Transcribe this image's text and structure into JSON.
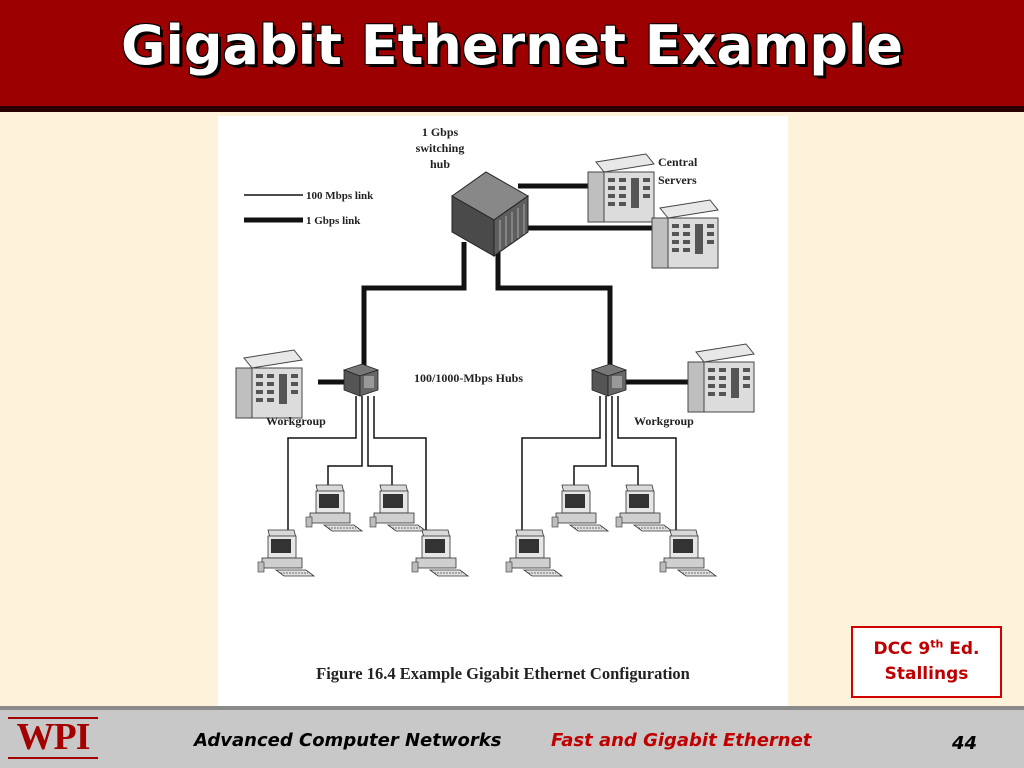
{
  "slide": {
    "title": "Gigabit Ethernet Example"
  },
  "figure": {
    "hub_label": [
      "1 Gbps",
      "switching",
      "hub"
    ],
    "servers_label": [
      "Central",
      "Servers"
    ],
    "legend": {
      "thin": "100 Mbps link",
      "thick": "1 Gbps link"
    },
    "hubs_label": "100/1000-Mbps Hubs",
    "workgroup_left": "Workgroup",
    "workgroup_right": "Workgroup",
    "caption": "Figure 16.4  Example Gigabit Ethernet Configuration"
  },
  "reference": {
    "line1_prefix": "DCC 9",
    "line1_sup": "th",
    "line1_suffix": " Ed.",
    "line2": "Stallings"
  },
  "footer": {
    "logo": "WPI",
    "course": "Advanced Computer Networks",
    "topic": "Fast and Gigabit Ethernet",
    "page": "44"
  },
  "colors": {
    "header": "#9c0000",
    "background": "#fdf3db",
    "accent": "#c00000"
  }
}
